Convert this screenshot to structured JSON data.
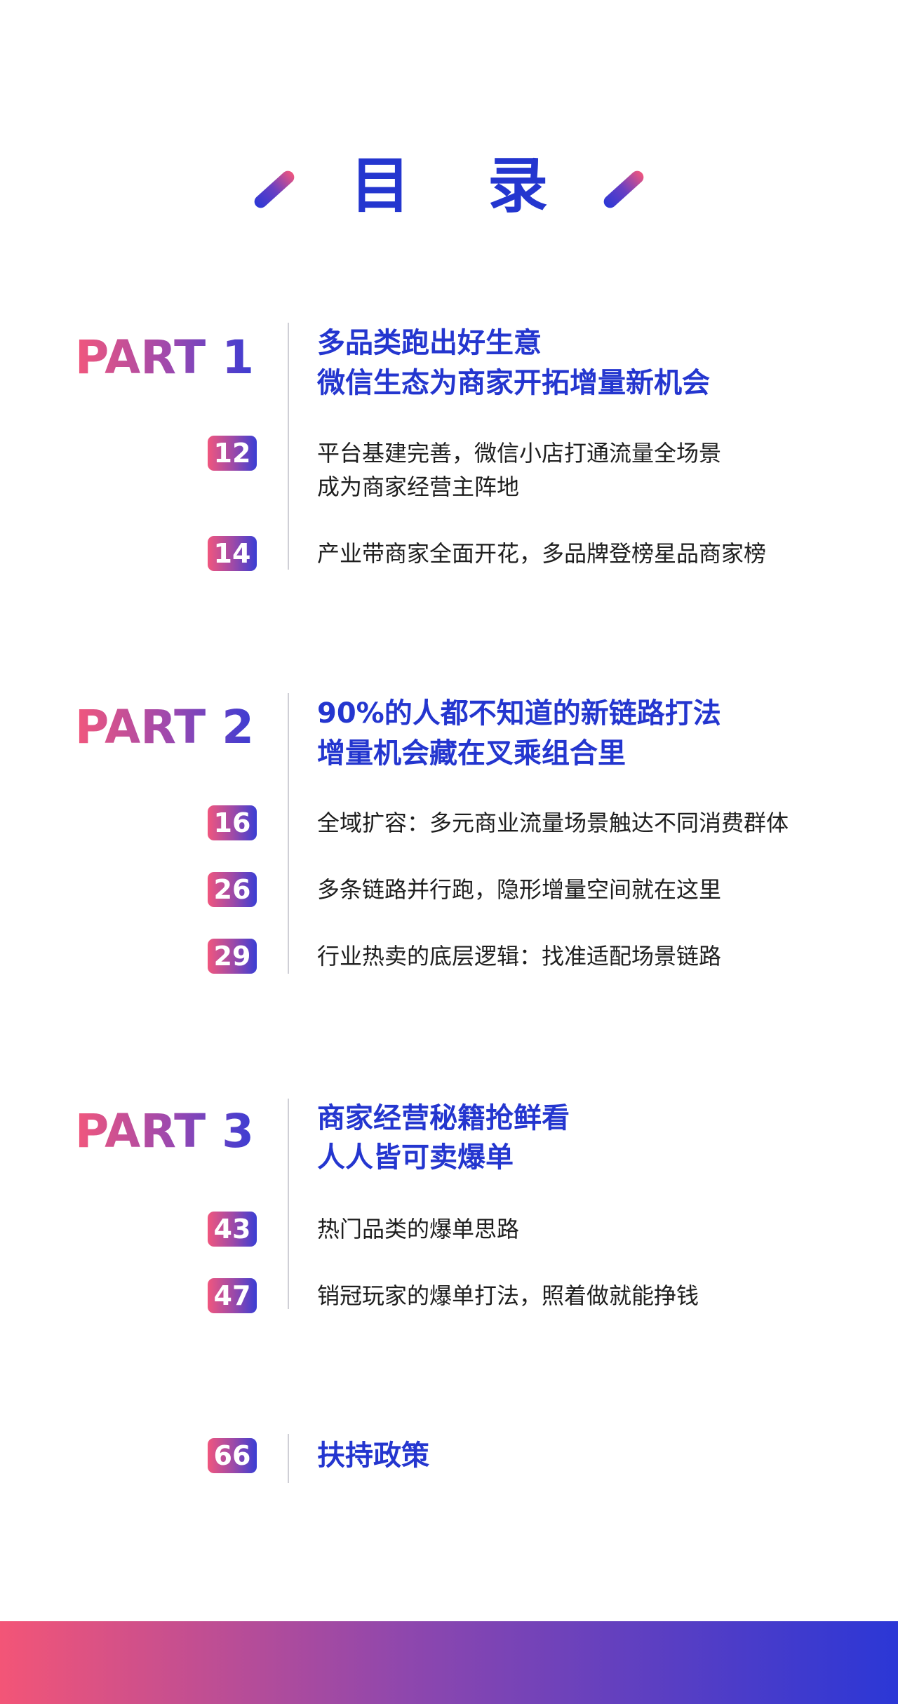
{
  "title": "目 录",
  "parts": [
    {
      "label": "PART 1",
      "heading_lines": [
        "多品类跑出好生意",
        "微信生态为商家开拓增量新机会"
      ],
      "entries": [
        {
          "page": "12",
          "lines": [
            "平台基建完善，微信小店打通流量全场景",
            "成为商家经营主阵地"
          ]
        },
        {
          "page": "14",
          "lines": [
            "产业带商家全面开花，多品牌登榜星品商家榜"
          ]
        }
      ]
    },
    {
      "label": "PART 2",
      "heading_lines": [
        "90%的人都不知道的新链路打法",
        "增量机会藏在叉乘组合里"
      ],
      "entries": [
        {
          "page": "16",
          "lines": [
            "全域扩容：多元商业流量场景触达不同消费群体"
          ]
        },
        {
          "page": "26",
          "lines": [
            "多条链路并行跑，隐形增量空间就在这里"
          ]
        },
        {
          "page": "29",
          "lines": [
            "行业热卖的底层逻辑：找准适配场景链路"
          ]
        }
      ]
    },
    {
      "label": "PART 3",
      "heading_lines": [
        "商家经营秘籍抢鲜看",
        "人人皆可卖爆单"
      ],
      "entries": [
        {
          "page": "43",
          "lines": [
            "热门品类的爆单思路"
          ]
        },
        {
          "page": "47",
          "lines": [
            "销冠玩家的爆单打法，照着做就能挣钱"
          ]
        }
      ]
    }
  ],
  "support": {
    "page": "66",
    "heading": "扶持政策"
  },
  "colors": {
    "accent_blue": "#2436cf",
    "gradient_pink": "#f2577c",
    "gradient_blue": "#2b37d6"
  }
}
